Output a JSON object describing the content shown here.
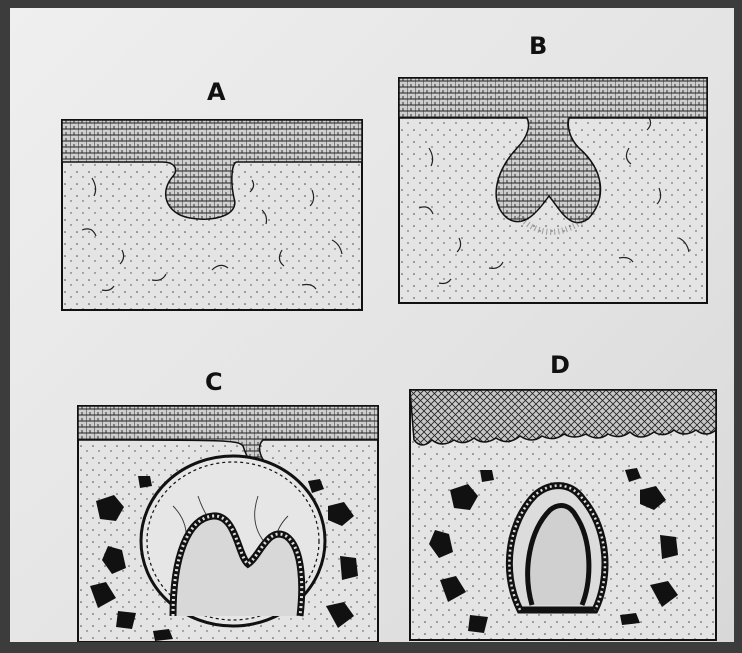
{
  "figure": {
    "panels": [
      {
        "label": "A"
      },
      {
        "label": "B"
      },
      {
        "label": "C"
      },
      {
        "label": "D"
      }
    ]
  },
  "colors": {
    "ink": "#1a1a1a",
    "paper": "#e8e8e8",
    "background": "#3c3c3c"
  }
}
